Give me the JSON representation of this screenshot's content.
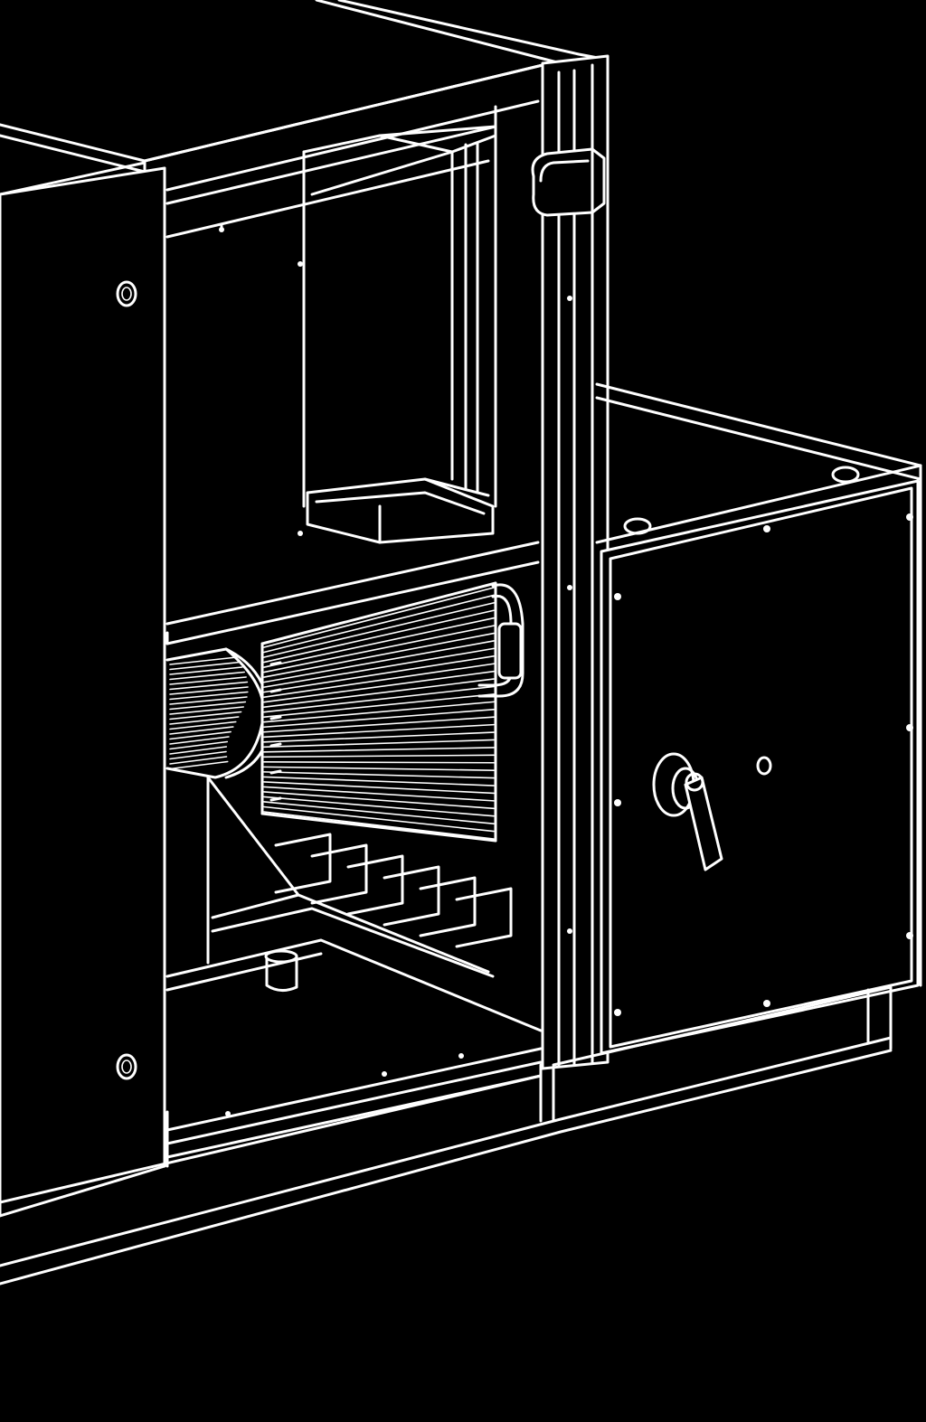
{
  "colors": {
    "background": "#000000",
    "line": "#ffffff"
  },
  "illustration": {
    "parts": [
      "housing-left-side-panel",
      "upper-frame",
      "center-post",
      "door-hinge",
      "upper-cavity-damper",
      "middle-shelf",
      "blower-wheel",
      "heat-exchanger-coil",
      "coil-return-bend",
      "lower-fin-tray",
      "drain-fitting",
      "right-access-door",
      "door-latch-handle",
      "base-rail"
    ]
  }
}
